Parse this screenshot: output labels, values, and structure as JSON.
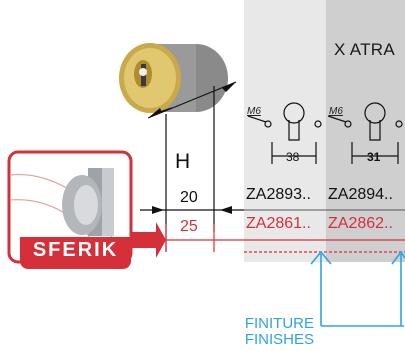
{
  "columns": {
    "header": "X ATRA"
  },
  "dimensions": {
    "height_label": "H",
    "dim_20": "20",
    "dim_25": "25",
    "width_38": "38",
    "width_31": "31",
    "m6_a": "M6",
    "m6_b": "M6"
  },
  "codes": {
    "row1_a": "ZA2893..",
    "row1_b": "ZA2894..",
    "row2_a": "ZA2861..",
    "row2_b": "ZA2862.."
  },
  "brand": {
    "name": "SFERIK",
    "color": "#d5303a"
  },
  "finishes": {
    "line1": "FINITURE",
    "line2": "FINISHES",
    "color": "#2fa3e0"
  }
}
